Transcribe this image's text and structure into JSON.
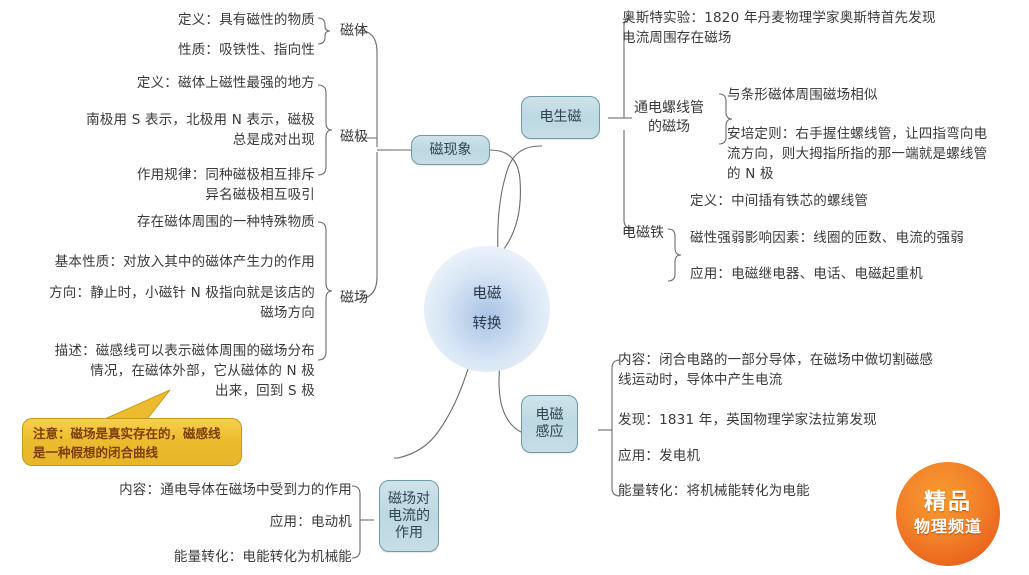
{
  "center": {
    "line1": "电磁",
    "line2": "转换"
  },
  "main_nodes": [
    {
      "id": "magnetic-phenomena",
      "label": "磁现象"
    },
    {
      "id": "electricity-generates-magnetism",
      "label": "电生磁"
    },
    {
      "id": "electromagnetic-induction",
      "label": "电磁\n感应"
    },
    {
      "id": "magnetic-field-on-current",
      "label": "磁场对\n电流的\n作用"
    }
  ],
  "branch_labels": {
    "magnet": "磁体",
    "magnetic_poles": "磁极",
    "magnetic_field": "磁场",
    "solenoid_field": "通电螺线管\n的磁场",
    "electromagnet": "电磁铁"
  },
  "leaves": {
    "magnet": [
      "定义：具有磁性的物质",
      "性质：吸铁性、指向性"
    ],
    "magnetic_poles": [
      "定义：磁体上磁性最强的地方",
      "南极用 S 表示，北极用 N 表示，磁极\n总是成对出现",
      "作用规律：同种磁极相互排斥\n异名磁极相互吸引"
    ],
    "magnetic_field": [
      "存在磁体周围的一种特殊物质",
      "基本性质：对放入其中的磁体产生力的作用",
      "方向：静止时，小磁针 N 极指向就是该店的\n磁场方向",
      "描述：磁感线可以表示磁体周围的磁场分布\n情况，在磁体外部，它从磁体的 N 极\n出来，回到 S 极"
    ],
    "electricity_generates_magnetism": [
      "奥斯特实验：1820 年丹麦物理学家奥斯特首先发现\n电流周围存在磁场"
    ],
    "solenoid_field": [
      "与条形磁体周围磁场相似",
      "安培定则：右手握住螺线管，让四指弯向电\n流方向，则大拇指所指的那一端就是螺线管\n的 N 极"
    ],
    "electromagnet": [
      "定义：中间插有铁芯的螺线管",
      "磁性强弱影响因素：线圈的匝数、电流的强弱",
      "应用：电磁继电器、电话、电磁起重机"
    ],
    "electromagnetic_induction": [
      "内容：闭合电路的一部分导体，在磁场中做切割磁感\n线运动时，导体中产生电流",
      "发现：1831 年，英国物理学家法拉第发现",
      "应用：发电机",
      "能量转化：将机械能转化为电能"
    ],
    "magnetic_field_on_current": [
      "内容：通电导体在磁场中受到力的作用",
      "应用：电动机",
      "能量转化：电能转化为机械能"
    ]
  },
  "callout": {
    "text": "注意：磁场是真实存在的，磁感线\n是一种假想的闭合曲线"
  },
  "badge": {
    "line1": "精品",
    "line2": "物理频道"
  },
  "colors": {
    "node_fill": "#c6dee6",
    "node_border": "#6f9aa8",
    "center_core": "#a8c4e6",
    "callout_fill": "#edbc2e",
    "callout_text": "#7c3f06",
    "badge_fill": "#f3832a",
    "text": "#3a3a3a",
    "wire": "#6b6b6b"
  }
}
